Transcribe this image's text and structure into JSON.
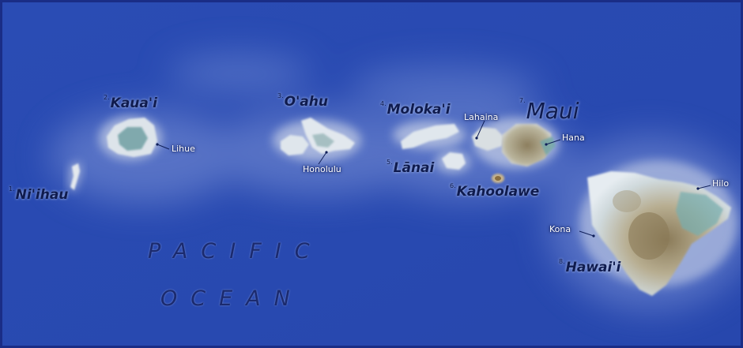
{
  "map": {
    "ocean_label_line1": "PACIFIC",
    "ocean_label_line2": "OCEAN",
    "islands": [
      {
        "number": "1.",
        "name": "Ni'ihau"
      },
      {
        "number": "2.",
        "name": "Kaua'i"
      },
      {
        "number": "3.",
        "name": "O'ahu"
      },
      {
        "number": "4.",
        "name": "Moloka'i"
      },
      {
        "number": "5.",
        "name": "Lānai"
      },
      {
        "number": "6.",
        "name": "Kahoolawe"
      },
      {
        "number": "7.",
        "name": "Maui"
      },
      {
        "number": "8.",
        "name": "Hawai'i"
      }
    ],
    "towns": [
      "Lihue",
      "Honolulu",
      "Lahaina",
      "Hana",
      "Kona",
      "Hilo"
    ],
    "colors": {
      "ocean": "#2c4fb8",
      "ocean_dark": "#1a2f86",
      "land_light": "#dfe6ee",
      "land_green": "#6fa6a8",
      "land_brown": "#9a8a6a",
      "label_text": "#0f1b4e"
    }
  }
}
